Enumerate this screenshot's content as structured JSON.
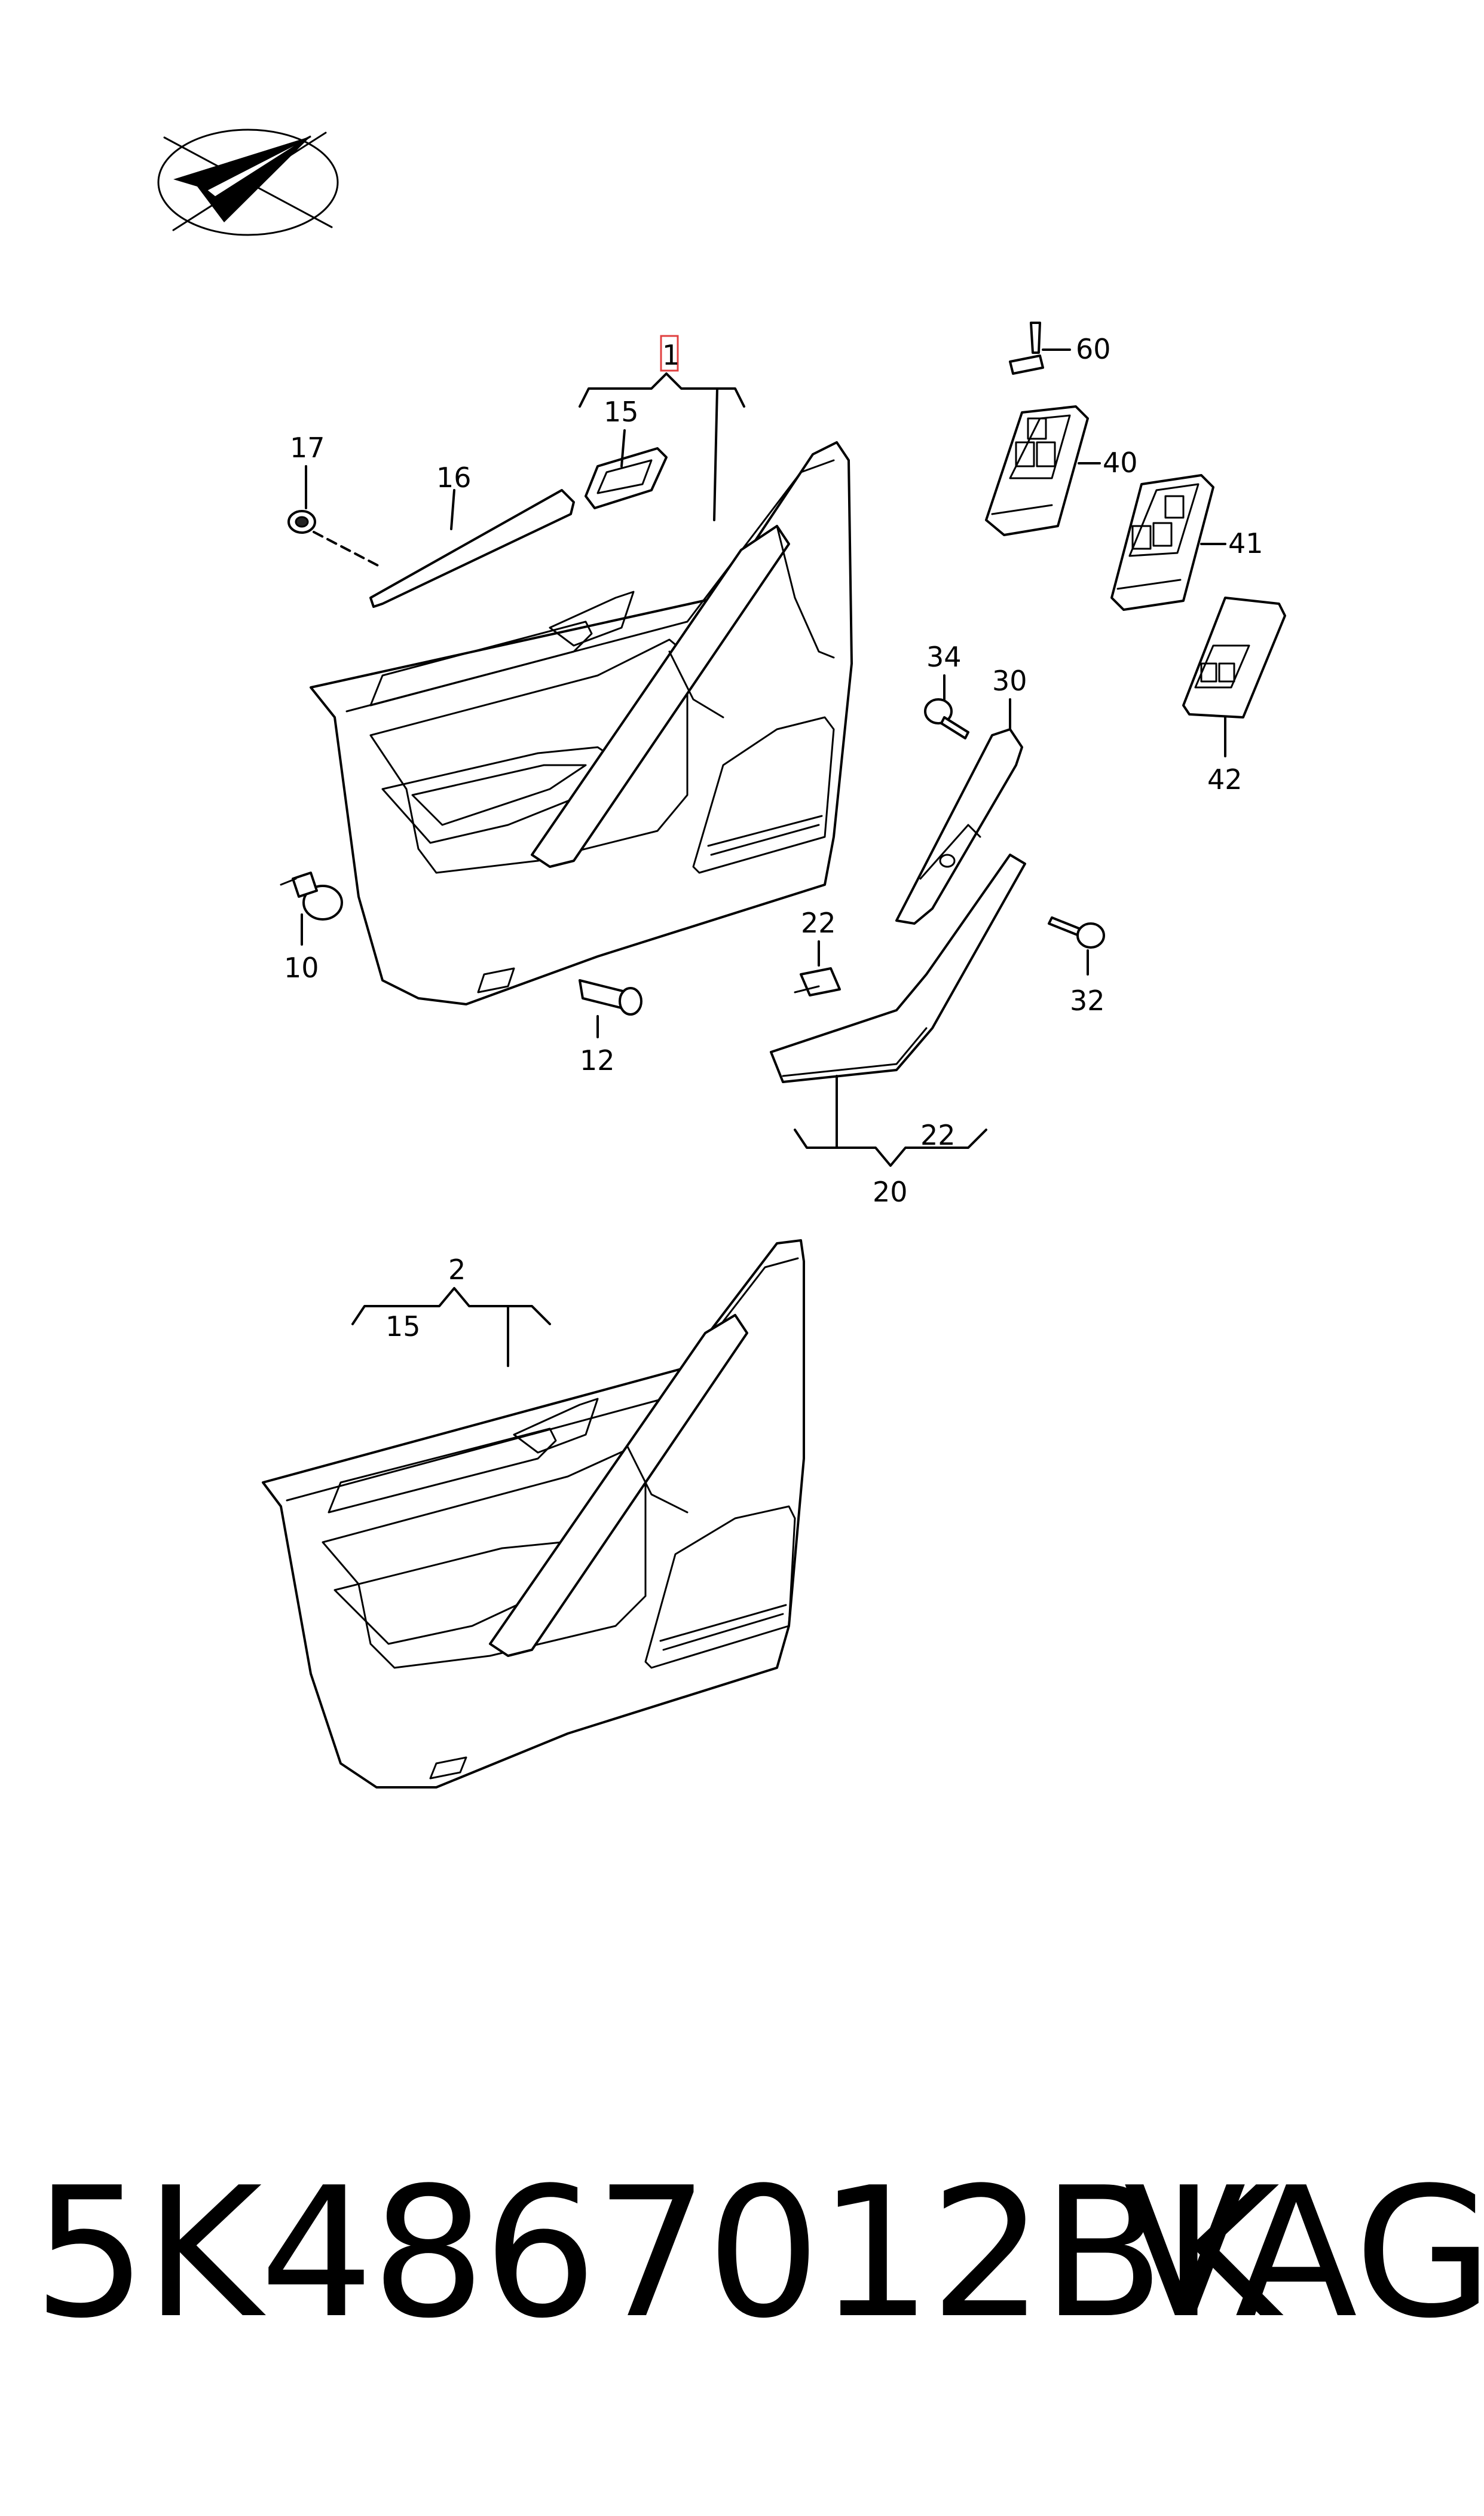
{
  "callouts": {
    "c1": "1",
    "c15a": "15",
    "c16": "16",
    "c17": "17",
    "c60": "60",
    "c40": "40",
    "c41": "41",
    "c34": "34",
    "c30": "30",
    "c42": "42",
    "c10": "10",
    "c12": "12",
    "c22a": "22",
    "c32": "32",
    "c22b": "22",
    "c20": "20",
    "c2": "2",
    "c15b": "15"
  },
  "footer": {
    "part_number": "5K4867012BK",
    "brand": "VAG"
  },
  "colors": {
    "line": "#000000",
    "highlight_box": "#e04040",
    "background": "#ffffff"
  }
}
